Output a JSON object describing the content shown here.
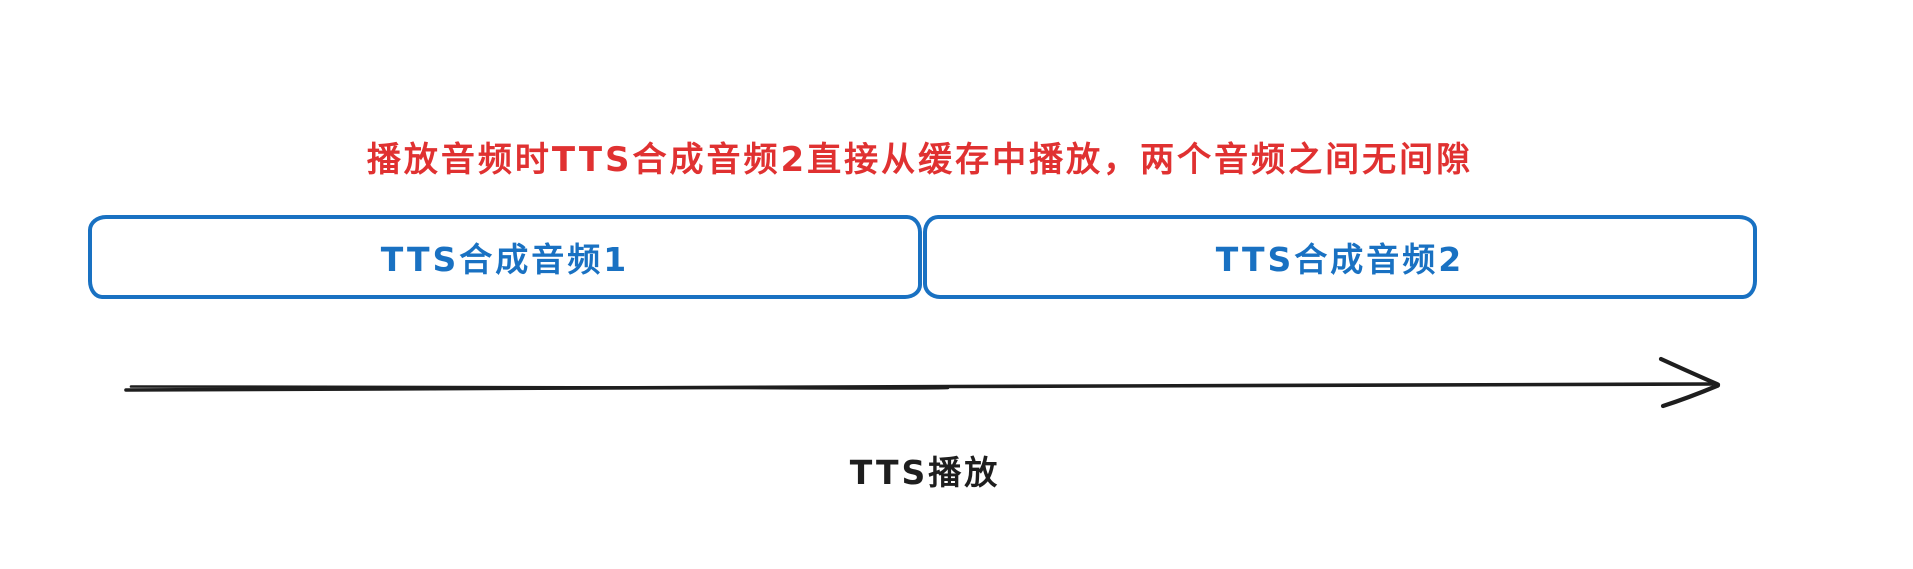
{
  "diagram": {
    "annotation": "播放音频时TTS合成音频2直接从缓存中播放，两个音频之间无间隙",
    "segments": [
      {
        "label": "TTS合成音频1"
      },
      {
        "label": "TTS合成音频2"
      }
    ],
    "timeline_label": "TTS播放",
    "icons": {
      "arrow": "right-arrow-icon"
    },
    "colors": {
      "annotation": "#e03131",
      "box_stroke": "#1971c2",
      "box_text": "#1971c2",
      "arrow": "#1e1e1e",
      "background": "#ffffff"
    }
  }
}
